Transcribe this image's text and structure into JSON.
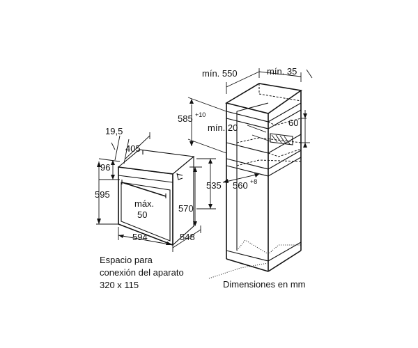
{
  "labels": {
    "min_550": "mín. 550",
    "min_35": "mín. 35",
    "d585": "585",
    "d585_sup": "+10",
    "min_20": "mín. 20",
    "d60": "60",
    "d19_5": "19,5",
    "d405": "405",
    "d96": "96",
    "d595": "595",
    "d535": "535",
    "d560": "560",
    "d560_sup": "+8",
    "max_line1": "máx.",
    "max_line2": "50",
    "d570": "570",
    "d594": "594",
    "d548": "548",
    "note_line1": "Espacio para",
    "note_line2": "conexión del aparato",
    "note_line3": "320 x 115",
    "units_note": "Dimensiones en mm"
  }
}
